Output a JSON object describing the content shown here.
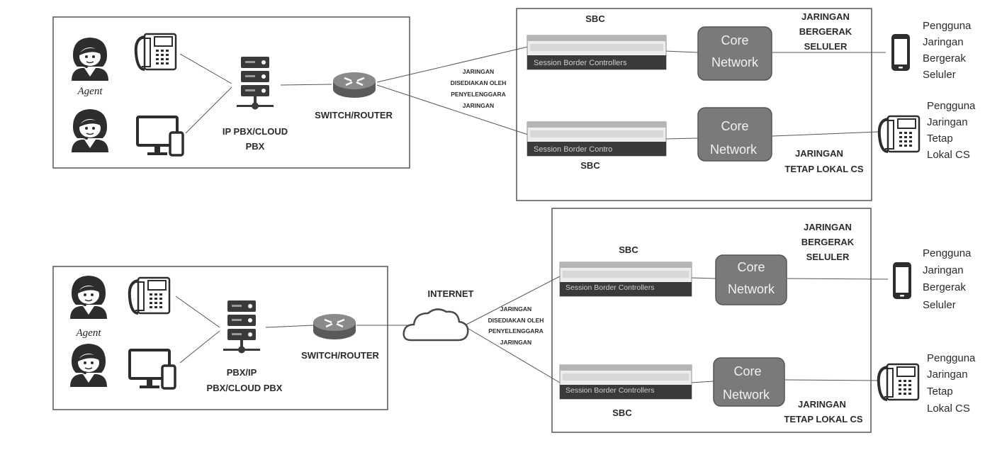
{
  "top": {
    "agent_label": "Agent",
    "pbx_label": [
      "IP PBX/CLOUD",
      "PBX"
    ],
    "router_label": "SWITCH/ROUTER",
    "link_label": [
      "JARINGAN",
      "DISEDIAKAN OLEH",
      "PENYELENGGARA",
      "JARINGAN"
    ],
    "sbc_top_label": "SBC",
    "sbc_bottom_label": "SBC",
    "sbc_device_text_1": "Session Border Controllers",
    "sbc_device_text_2": "Session Border Contro",
    "core_1": [
      "Core",
      "Network"
    ],
    "core_2": [
      "Core",
      "Network"
    ],
    "mobile_network_label": [
      "JARINGAN",
      "BERGERAK",
      "SELULER"
    ],
    "fixed_network_label": [
      "JARINGAN",
      "TETAP LOKAL CS"
    ],
    "mobile_user": [
      "Pengguna",
      "Jaringan",
      "Bergerak",
      "Seluler"
    ],
    "fixed_user": [
      "Pengguna",
      "Jaringan",
      "Tetap",
      "Lokal CS"
    ]
  },
  "bottom": {
    "agent_label": "Agent",
    "pbx_label": [
      "PBX/IP",
      "PBX/CLOUD PBX"
    ],
    "router_label": "SWITCH/ROUTER",
    "internet_label": "INTERNET",
    "link_label": [
      "JARINGAN",
      "DISEDIAKAN OLEH",
      "PENYELENGGARA",
      "JARINGAN"
    ],
    "sbc_top_label": "SBC",
    "sbc_bottom_label": "SBC",
    "sbc_device_text_1": "Session Border Controllers",
    "sbc_device_text_2": "Session Border Controllers",
    "core_1": [
      "Core",
      "Network"
    ],
    "core_2": [
      "Core",
      "Network"
    ],
    "mobile_network_label": [
      "JARINGAN",
      "BERGERAK",
      "SELULER"
    ],
    "fixed_network_label": [
      "JARINGAN",
      "TETAP LOKAL CS"
    ],
    "mobile_user": [
      "Pengguna",
      "Jaringan",
      "Bergerak",
      "Seluler"
    ],
    "fixed_user": [
      "Pengguna",
      "Jaringan",
      "Tetap",
      "Lokal CS"
    ]
  },
  "colors": {
    "core_fill": "#7a7a7a",
    "device_dark": "#3a3a3a",
    "line": "#555555"
  }
}
